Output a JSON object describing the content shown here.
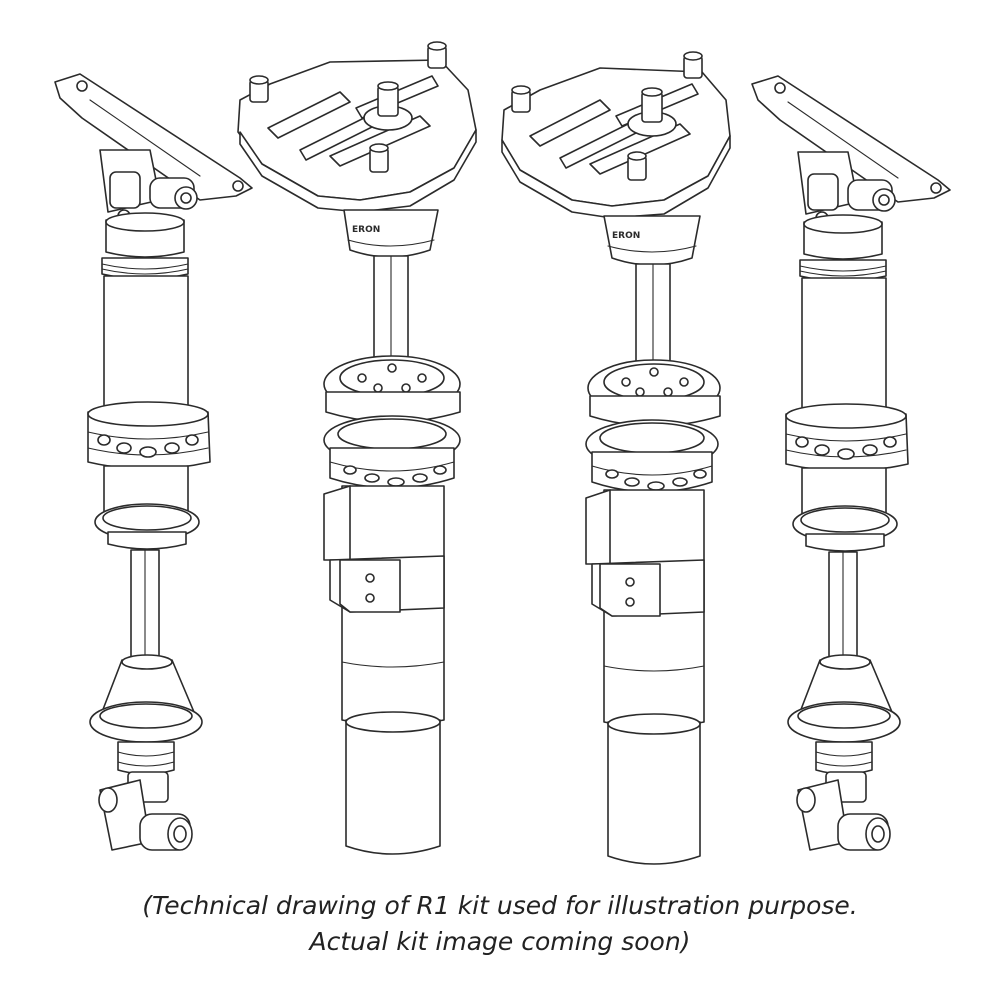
{
  "caption": {
    "line1": "(Technical drawing of R1 kit used for illustration purpose.",
    "line2": "Actual kit image coming soon)"
  },
  "brand_marks": {
    "front_left": "ERON",
    "front_right": "ERON"
  },
  "colors": {
    "line": "#2b2b2b",
    "background": "#ffffff",
    "text": "#222222"
  }
}
